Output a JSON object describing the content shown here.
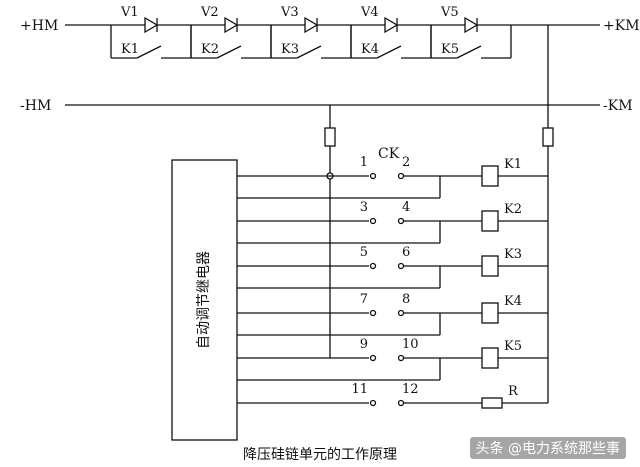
{
  "bus": {
    "hm_pos": "+HM",
    "km_pos": "+KM",
    "hm_neg": "-HM",
    "km_neg": "-KM"
  },
  "diodes": [
    "V1",
    "V2",
    "V3",
    "V4",
    "V5"
  ],
  "bypass_contacts": [
    "K1",
    "K2",
    "K3",
    "K4",
    "K5"
  ],
  "switch": {
    "label": "CK",
    "contacts": [
      {
        "a": "1",
        "b": "2"
      },
      {
        "a": "3",
        "b": "4"
      },
      {
        "a": "5",
        "b": "6"
      },
      {
        "a": "7",
        "b": "8"
      },
      {
        "a": "9",
        "b": "10"
      },
      {
        "a": "11",
        "b": "12"
      }
    ]
  },
  "relays": [
    "K1",
    "K2",
    "K3",
    "K4",
    "K5",
    "R"
  ],
  "auto_relay_label": "自动调节继电器",
  "caption": "降压硅链单元的工作原理",
  "watermark": "头条 @电力系统那些事",
  "colors": {
    "line": "#111111",
    "background": "#ffffff"
  }
}
